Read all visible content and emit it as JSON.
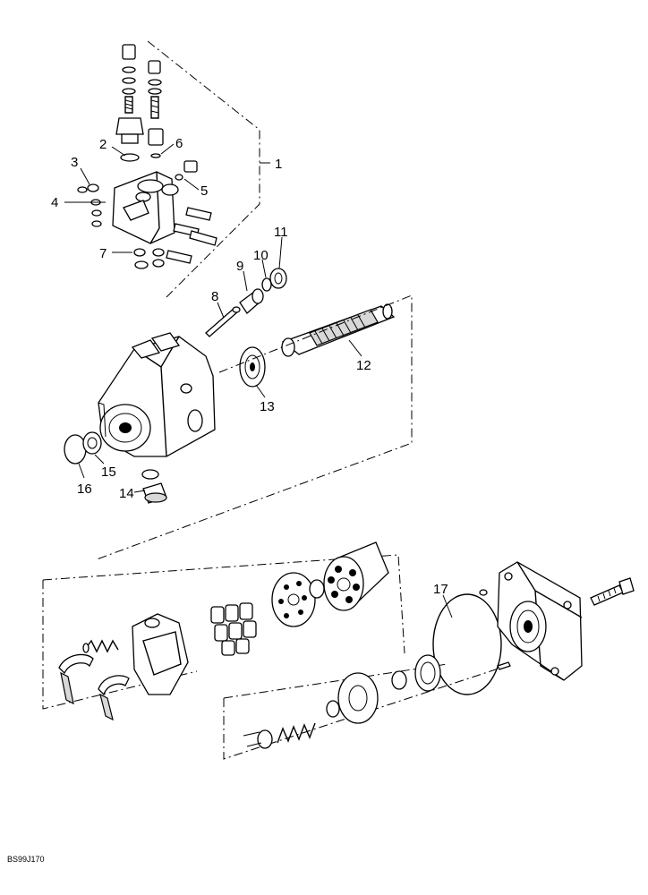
{
  "callouts": {
    "c1": "1",
    "c2": "2",
    "c3": "3",
    "c4": "4",
    "c5": "5",
    "c6": "6",
    "c7": "7",
    "c8": "8",
    "c9": "9",
    "c10": "10",
    "c11": "11",
    "c12": "12",
    "c13": "13",
    "c14": "14",
    "c15": "15",
    "c16": "16",
    "c17": "17"
  },
  "drawing_code": "BS99J170"
}
